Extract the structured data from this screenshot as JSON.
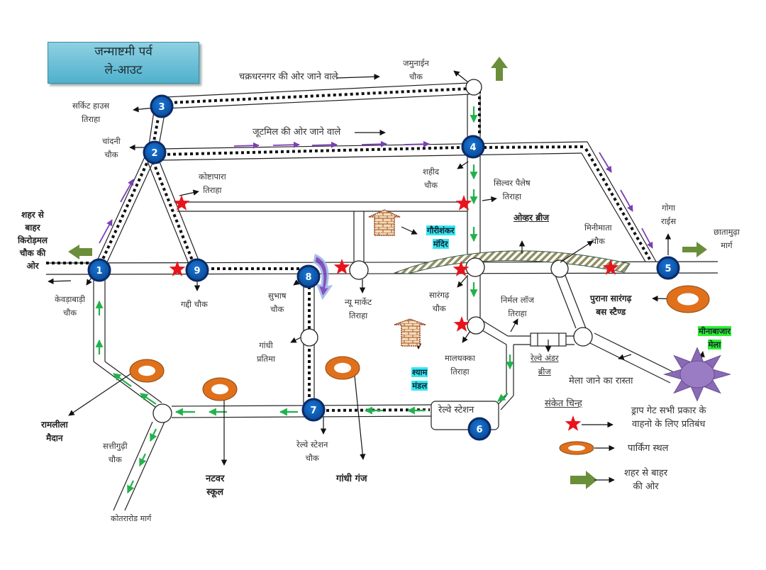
{
  "title": {
    "line1": "जन्माष्टमी पर्व",
    "line2": "ले-आउट"
  },
  "colors": {
    "node_fill": "#0b5ab1",
    "node_border": "#0c2a66",
    "star": "#e8141c",
    "parking": "#e0701c",
    "exit_arrow": "#6b8e3a",
    "green_arrow": "#22b14c",
    "purple_arrow": "#7a3fb5",
    "mela_star": "#8a6ab5"
  },
  "nodes": [
    {
      "number": "1",
      "label": "केवड़ाबाड़ी चौक"
    },
    {
      "number": "2",
      "label": "चांदनी चौक"
    },
    {
      "number": "3",
      "label": "सर्किट हाउस तिराहा"
    },
    {
      "number": "4",
      "label": "शहीद चौक"
    },
    {
      "number": "5",
      "label": "गोगा राईस"
    },
    {
      "number": "6",
      "label": "रेल्वे स्टेशन"
    },
    {
      "number": "7",
      "label": "रेल्वे स्टेशन चौक"
    },
    {
      "number": "8",
      "label": "सुभाष चौक"
    },
    {
      "number": "9",
      "label": "गद्दी चौक"
    }
  ],
  "labels": {
    "circuit_house_1": "सर्किट हाउस",
    "circuit_house_2": "तिराहा",
    "chandni_1": "चांदनी",
    "chandni_2": "चौक",
    "koshtapara_1": "कोष्टापारा",
    "koshtapara_2": "तिराहा",
    "chakradharnagar": "चक्रधरनगर की ओर जाने वाले",
    "jutemill": "जूटमिल की ओर जाने वाले",
    "jamunain_1": "जमुनाईन",
    "jamunain_2": "चौक",
    "shaheed_1": "शहीद",
    "shaheed_2": "चौक",
    "silver_palace_1": "सिल्वर पैलेष",
    "silver_palace_2": "तिराहा",
    "overbridge": "ओव्हर ब्रीज",
    "minimata_1": "मिनीमाता",
    "minimata_2": "चौक",
    "goga_1": "गोगा",
    "goga_2": "राईस",
    "chhatamudha_1": "छातामुढ़ा",
    "chhatamudha_2": "मार्ग",
    "exit_west_1": "शहर से",
    "exit_west_2": "बाहर",
    "exit_west_3": "किरोड़मल",
    "exit_west_4": "चौक की",
    "exit_west_5": "ओर",
    "kewdabadi_1": "केवड़ाबाड़ी",
    "kewdabadi_2": "चौक",
    "gaddi": "गद्दी चौक",
    "subhash_1": "सुभाष",
    "subhash_2": "चौक",
    "new_market_1": "न्यू मार्केट",
    "new_market_2": "तिराहा",
    "gaurishankar_1": "गौरीशंकर",
    "gaurishankar_2": "मंदिर",
    "sarangarh_chowk_1": "सारंगढ़",
    "sarangarh_chowk_2": "चौक",
    "nirmal_lodge_1": "निर्मल लॉज",
    "nirmal_lodge_2": "तिराहा",
    "purana_sarangarh_1": "पुराना सारंगढ़",
    "purana_sarangarh_2": "बस स्टैण्ड",
    "gandhi_pratima_1": "गांधी",
    "gandhi_pratima_2": "प्रतिमा",
    "shyam_mandal_1": "श्याम",
    "shyam_mandal_2": "मंडल",
    "maldhakka_1": "मालधक्का",
    "maldhakka_2": "तिराहा",
    "railway_under_bridge_1": "रेल्वे अंडर",
    "railway_under_bridge_2": "ब्रीज",
    "meenabazar_1": "मीनाबाजार",
    "meenabazar_2": "मेला",
    "mela_route": "मेला जाने का रास्ता",
    "railway_station": "रेल्वे स्टेशन",
    "railway_station_chowk_1": "रेल्वे स्टेशन",
    "railway_station_chowk_2": "चौक",
    "ramleela_1": "रामलीला",
    "ramleela_2": "मैदान",
    "sattiguddi_1": "सत्तीगुढ़ी",
    "sattiguddi_2": "चौक",
    "natwar_1": "नटवर",
    "natwar_2": "स्कूल",
    "gandhi_ganj": "गांधी गंज",
    "kotraroad": "कोतरारोड मार्ग"
  },
  "legend": {
    "title": "संकेत चिन्ह",
    "items": [
      {
        "icon": "red-star-icon",
        "text_1": "ड्राप गेट सभी प्रकार के",
        "text_2": "वाहनो के लिए प्रतिबंध"
      },
      {
        "icon": "parking-ring-icon",
        "text_1": "पार्किंग स्थल",
        "text_2": ""
      },
      {
        "icon": "green-arrow-icon",
        "text_1": "शहर से बाहर",
        "text_2": "की ओर"
      }
    ]
  }
}
